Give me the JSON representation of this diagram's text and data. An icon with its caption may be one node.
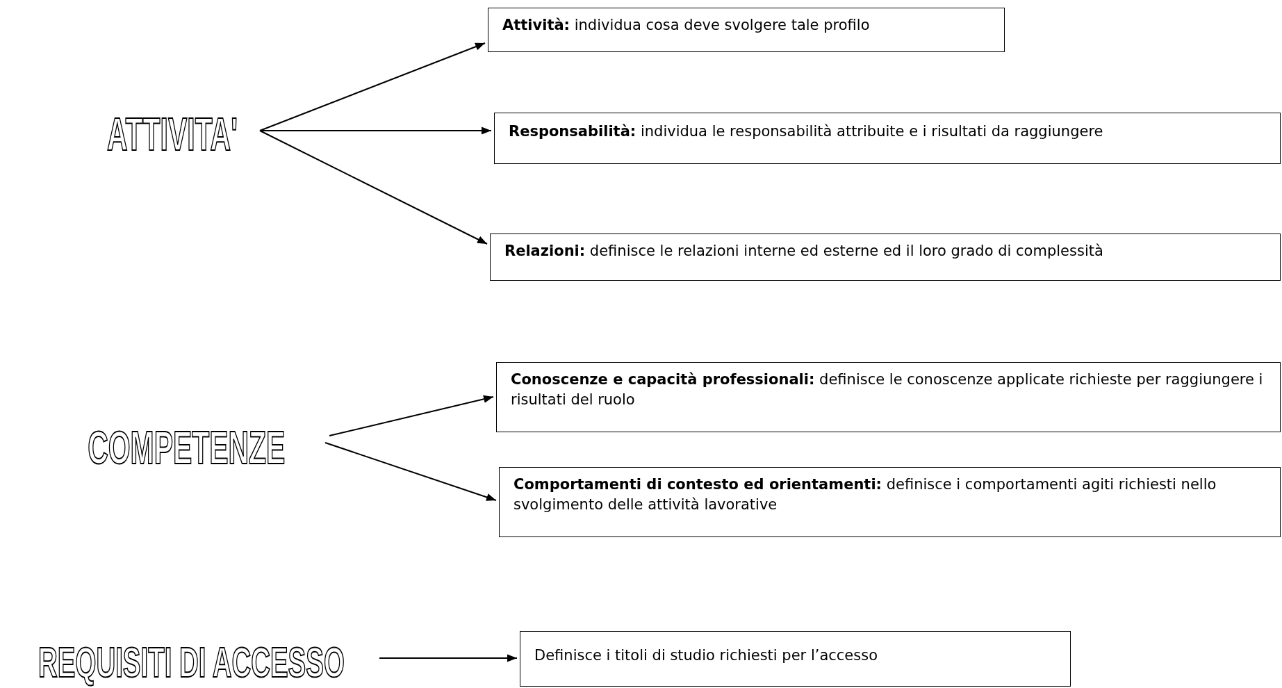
{
  "diagram": {
    "nodes": [
      {
        "text": [
          "ATTIVITA'"
        ]
      },
      {
        "text": [
          "**Attività:** individua cosa deve svolgere tale profilo"
        ]
      },
      {
        "text": [
          "**Responsabilità:** individua le responsabilità attribuite e i risultati da raggiungere"
        ]
      },
      {
        "text": [
          "**Relazioni:** definisce le relazioni interne ed esterne ed il loro grado di complessità"
        ]
      },
      {
        "text": [
          "COMPETENZE"
        ]
      },
      {
        "text": [
          "**Conoscenze e capacità professionali:** definisce le conoscenze applicate richieste per raggiungere i risultati del ruolo"
        ]
      },
      {
        "text": [
          "**Comportamenti di contesto ed orientamenti:** definisce i comportamenti agiti richiesti nello svolgimento delle attività lavorative"
        ]
      },
      {
        "text": [
          "REQUISITI DI ACCESSO"
        ]
      },
      {
        "text": [
          "Definisce i titoli di studio richiesti per l’accesso"
        ]
      }
    ],
    "edges": [
      {
        "from": 0,
        "to": 1,
        "arrow": "to"
      },
      {
        "from": 0,
        "to": 2,
        "arrow": "to"
      },
      {
        "from": 0,
        "to": 3,
        "arrow": "to"
      },
      {
        "from": 4,
        "to": 5,
        "arrow": "to"
      },
      {
        "from": 4,
        "to": 6,
        "arrow": "to"
      },
      {
        "from": 7,
        "to": 8,
        "arrow": "to"
      }
    ]
  }
}
